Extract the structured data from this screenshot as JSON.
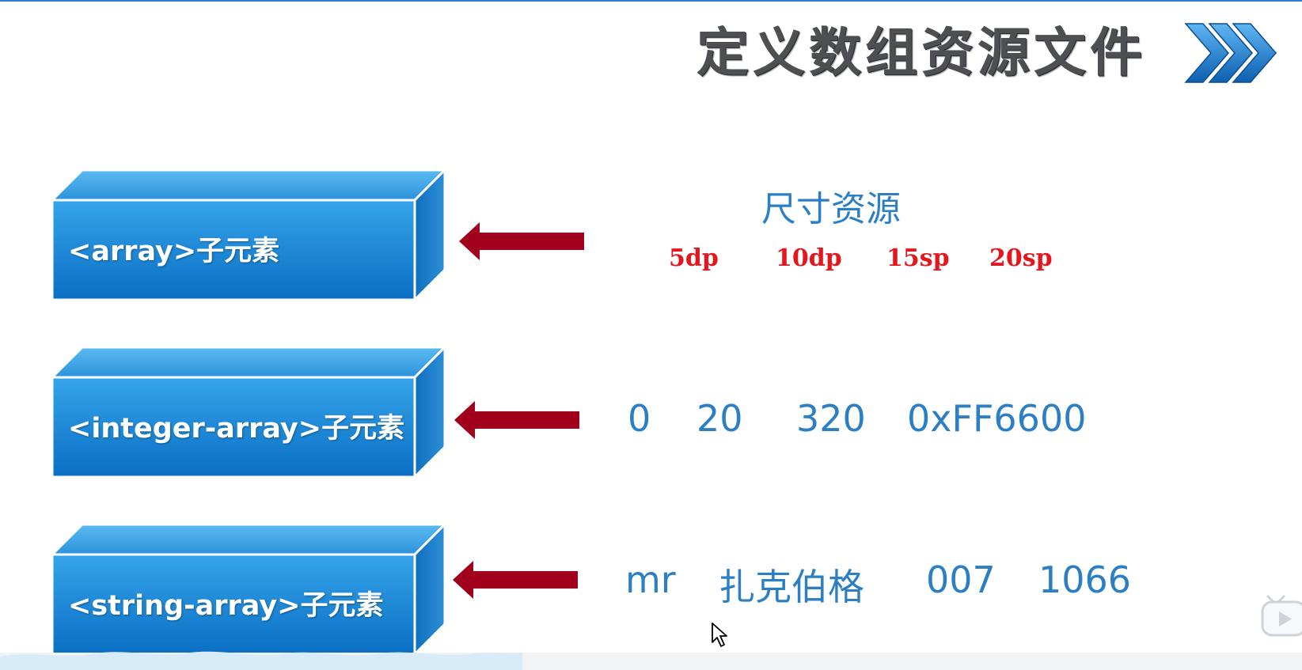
{
  "title": "定义数组资源文件",
  "blocks": [
    {
      "label": "<array>子元素"
    },
    {
      "label": "<integer-array>子元素"
    },
    {
      "label": "<string-array>子元素"
    }
  ],
  "dimension": {
    "heading": "尺寸资源",
    "units": [
      "5dp",
      "10dp",
      "15sp",
      "20sp"
    ]
  },
  "integers": [
    "0",
    "20",
    "320",
    "0xFF6600"
  ],
  "strings": [
    "mr",
    "扎克伯格",
    "007",
    "1066"
  ],
  "colors": {
    "block_top": "#3aa2e6",
    "block_bottom": "#0b74c7",
    "block_side": "#0d66b0",
    "arrow": "#a0001c",
    "value_text": "#2d7fc4",
    "unit_text": "#e3171e",
    "title_text": "#4d4f53",
    "chevron": "#1d77c9"
  },
  "icons": [
    "triple-chevron-icon",
    "arrow-left-icon",
    "mouse-cursor-icon",
    "play-icon"
  ]
}
